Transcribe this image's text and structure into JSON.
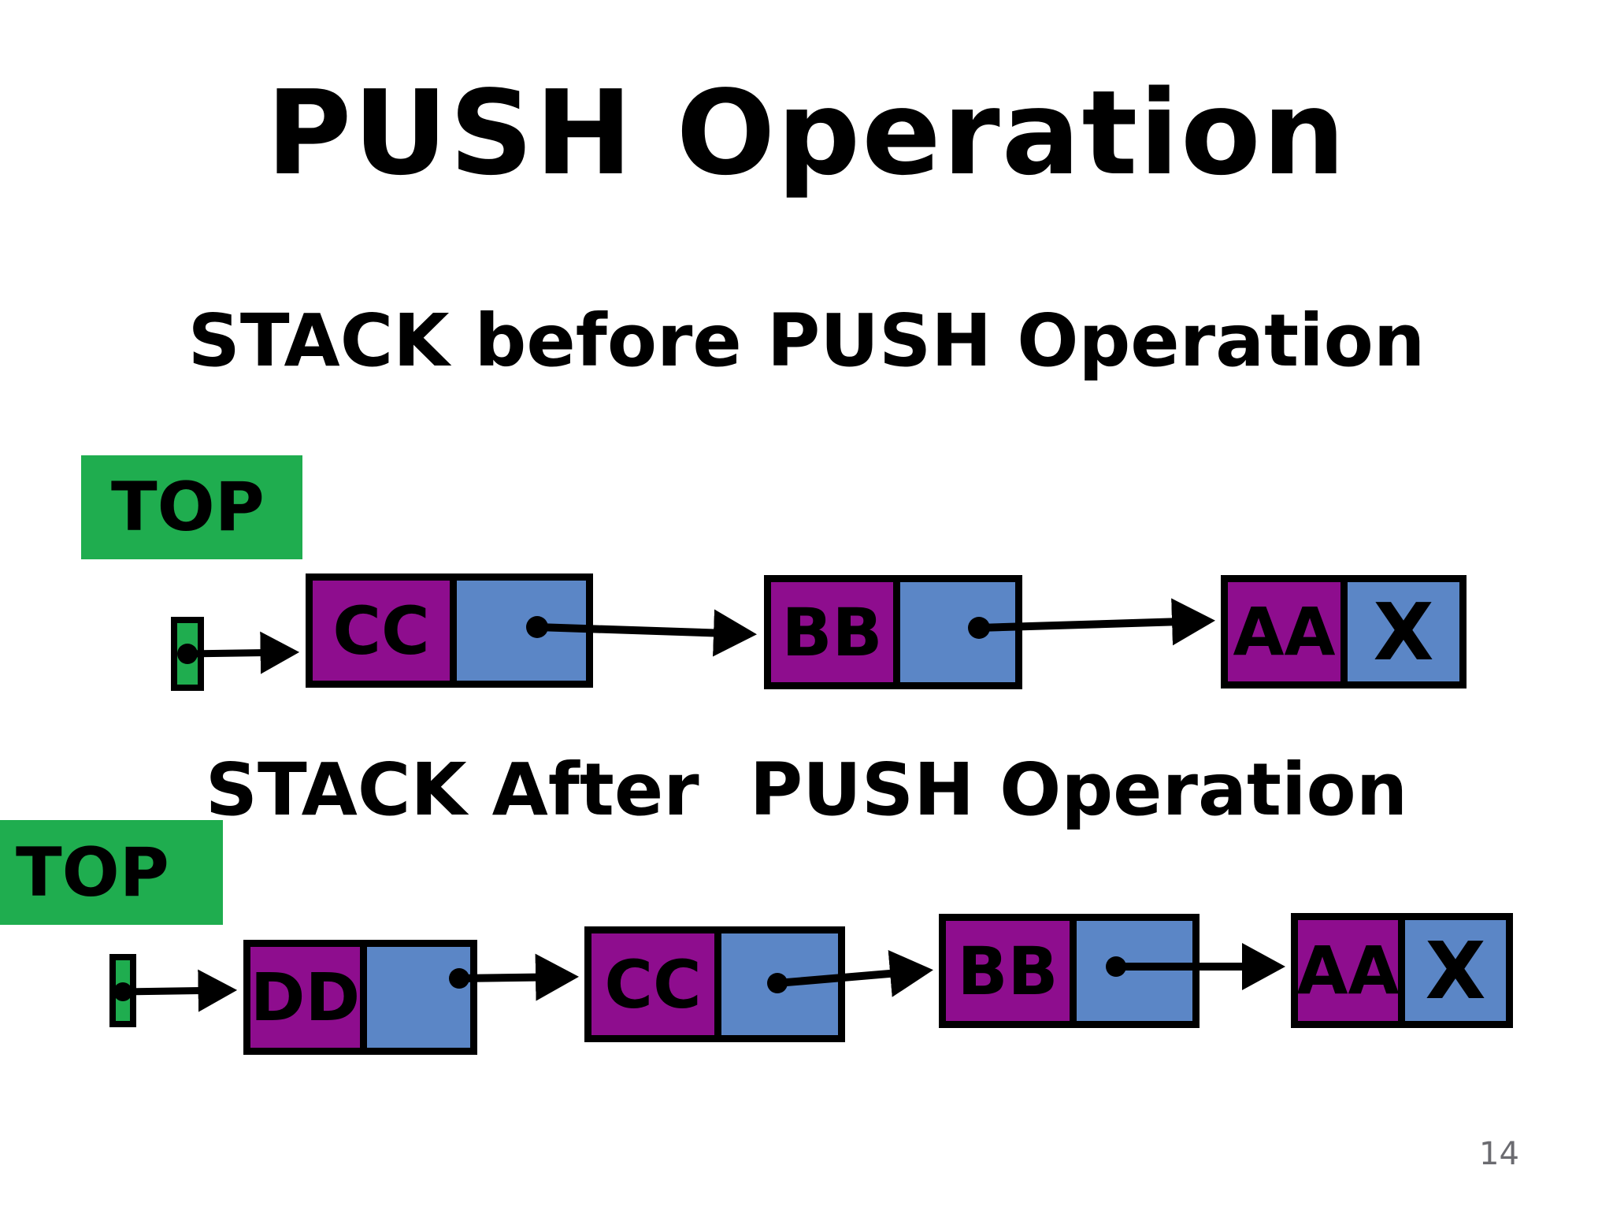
{
  "slide": {
    "title": "PUSH Operation",
    "page_number": "14",
    "colors": {
      "green": "#1fad4f",
      "purple": "#8e0d8e",
      "blue": "#5b86c6",
      "arrow_black": "#000000",
      "page_number_gray": "#6b6b70"
    },
    "before": {
      "subtitle": "STACK before PUSH Operation",
      "top_label": "TOP",
      "nodes": [
        {
          "data": "CC",
          "next": ""
        },
        {
          "data": "BB",
          "next": ""
        },
        {
          "data": "AA",
          "next": "X"
        }
      ]
    },
    "after": {
      "subtitle": "STACK After  PUSH Operation",
      "top_label": "TOP",
      "nodes": [
        {
          "data": "DD",
          "next": ""
        },
        {
          "data": "CC",
          "next": ""
        },
        {
          "data": "BB",
          "next": ""
        },
        {
          "data": "AA",
          "next": "X"
        }
      ]
    }
  }
}
